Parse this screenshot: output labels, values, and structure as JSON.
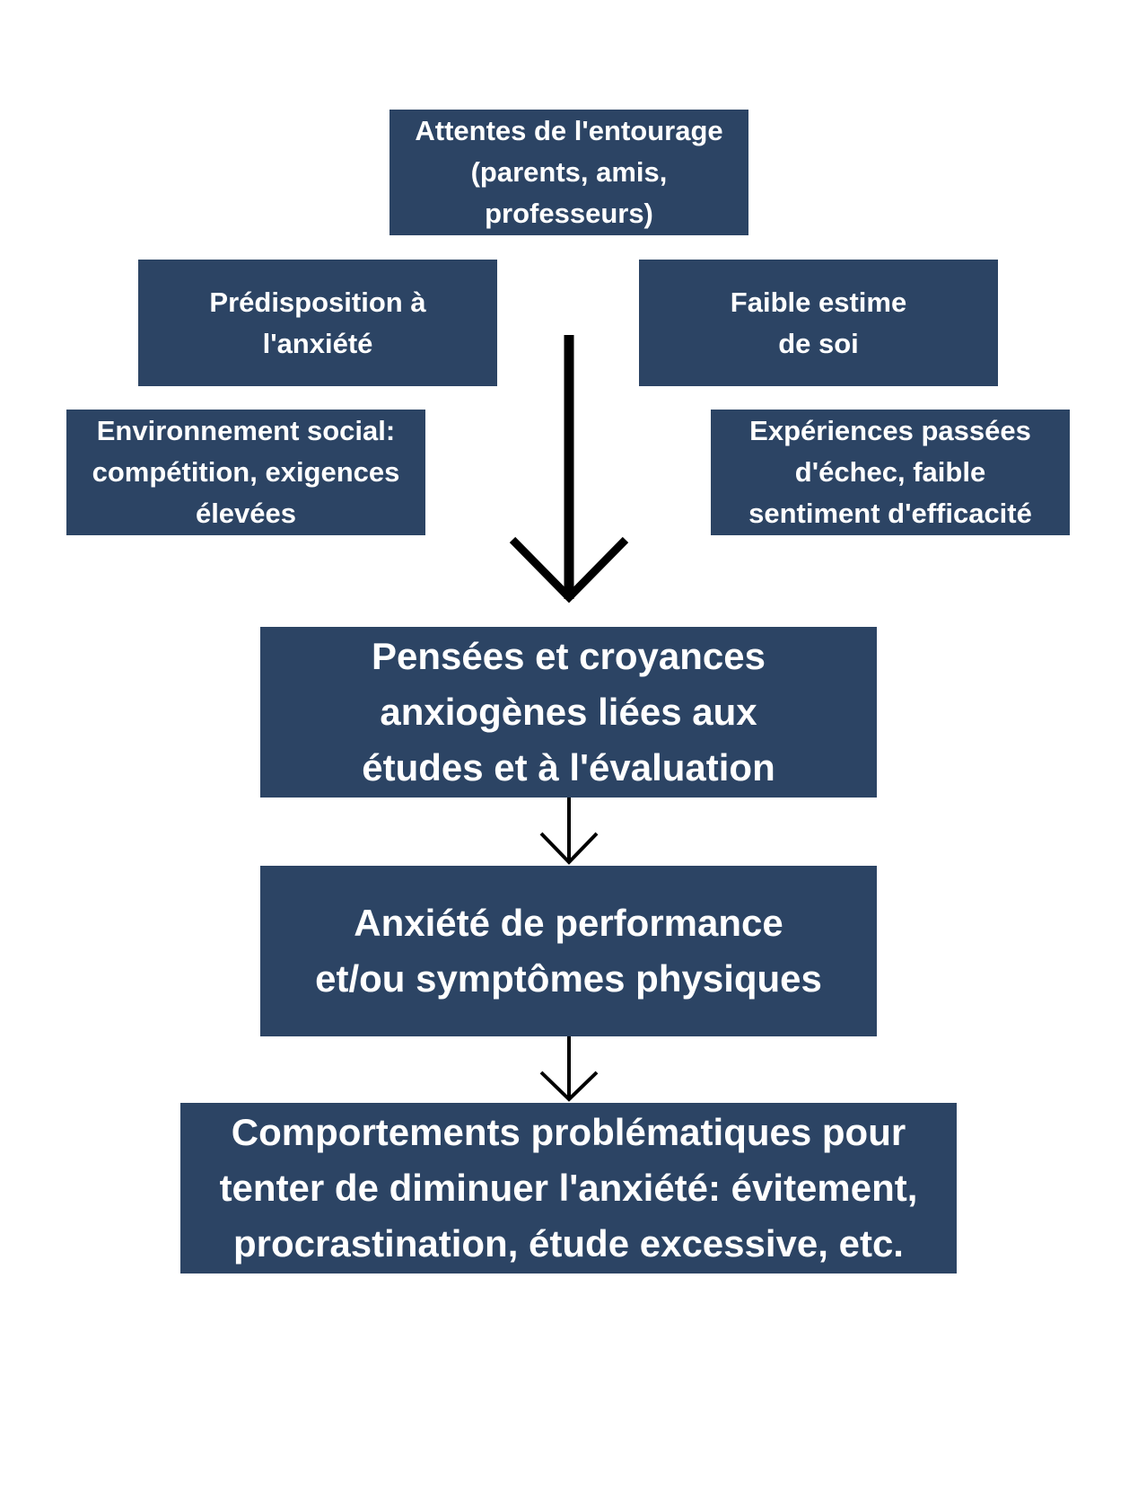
{
  "factors": {
    "attentes": "Attentes de l'entourage\n(parents, amis,\nprofesseurs)",
    "predisposition": "Prédisposition à\nl'anxiété",
    "estime": "Faible estime\nde soi",
    "environnement": "Environnement social:\ncompétition, exigences\nélevées",
    "experiences": "Expériences passées\nd'échec, faible\nsentiment d'efficacité"
  },
  "chain": {
    "pensees": "Pensées et croyances\nanxiogènes liées aux\nétudes et à l'évaluation",
    "anxiete": "Anxiété de performance\net/ou symptômes physiques",
    "comportements": "Comportements problématiques pour\ntenter de diminuer l'anxiété: évitement,\nprocrastination, étude excessive, etc."
  },
  "colors": {
    "box_fill": "#2c4464",
    "box_text": "#ffffff",
    "arrow": "#000000",
    "background": "#ffffff"
  }
}
